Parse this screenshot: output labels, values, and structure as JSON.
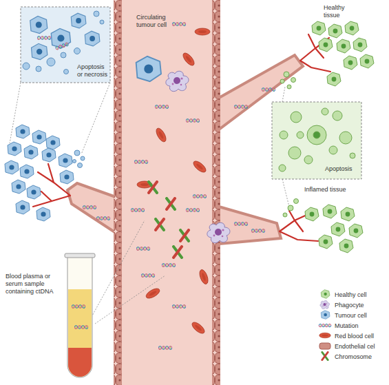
{
  "diagram": {
    "labels": [
      "Circulating tumour cell",
      "Apoptosis or necrosis",
      "Healthy tissue",
      "Apoptosis",
      "Inflamed tissue",
      "Blood plasma or serum sample containing ctDNA"
    ],
    "legend": [
      {
        "text": "Healthy cell"
      },
      {
        "text": "Phagocyte"
      },
      {
        "text": "Tumour cell"
      },
      {
        "text": "Mutation"
      },
      {
        "text": "Red blood cell"
      },
      {
        "text": "Endothelial cel"
      },
      {
        "text": "Chromosome"
      }
    ]
  }
}
